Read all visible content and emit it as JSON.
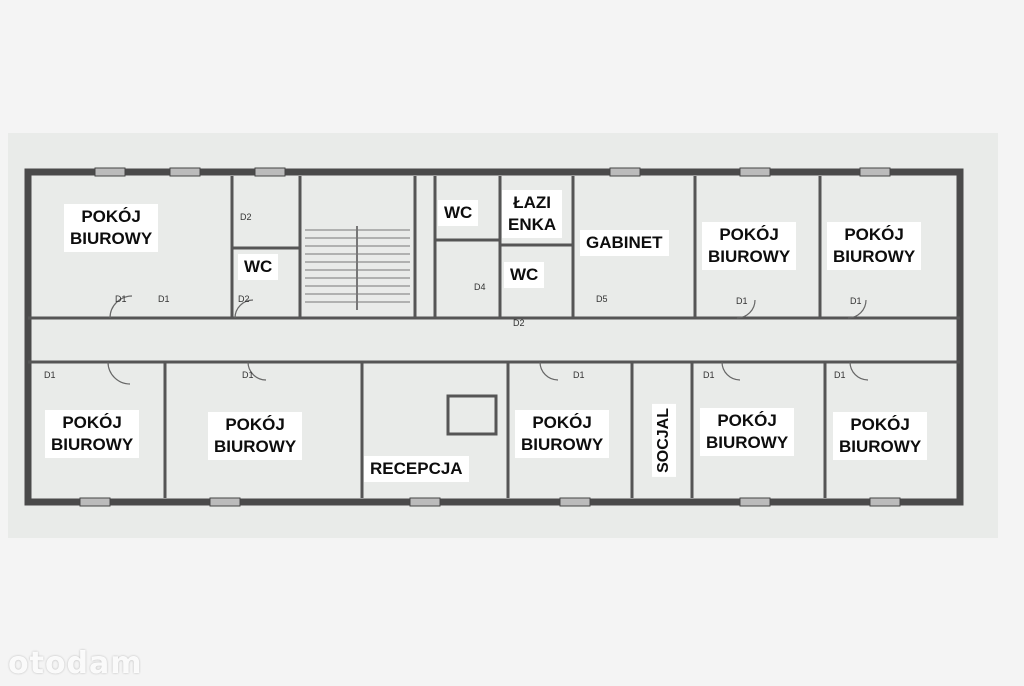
{
  "plan": {
    "background": "#f4f4f4",
    "paper": "#e9ebe9",
    "wall": "#4a4a4a",
    "rooms": {
      "office_top_left": [
        "POKÓJ",
        "BIUROWY"
      ],
      "wc_left": "WC",
      "wc_center": "WC",
      "lazienka": [
        "ŁAZI",
        "ENKA"
      ],
      "wc_small": "WC",
      "gabinet": "GABINET",
      "office_top_mid": [
        "POKÓJ",
        "BIUROWY"
      ],
      "office_top_right": [
        "POKÓJ",
        "BIUROWY"
      ],
      "office_bottom_1": [
        "POKÓJ",
        "BIUROWY"
      ],
      "office_bottom_2": [
        "POKÓJ",
        "BIUROWY"
      ],
      "recepcja": "RECEPCJA",
      "office_bottom_3": [
        "POKÓJ",
        "BIUROWY"
      ],
      "socjal": "SOCJAL",
      "office_bottom_4": [
        "POKÓJ",
        "BIUROWY"
      ],
      "office_bottom_5": [
        "POKÓJ",
        "BIUROWY"
      ]
    },
    "door_tags": [
      "D1",
      "D1",
      "D2",
      "D2",
      "D4",
      "D2",
      "D5",
      "D1",
      "D1",
      "D1",
      "D1",
      "D1",
      "D1",
      "D1"
    ]
  },
  "watermark": "otodam"
}
